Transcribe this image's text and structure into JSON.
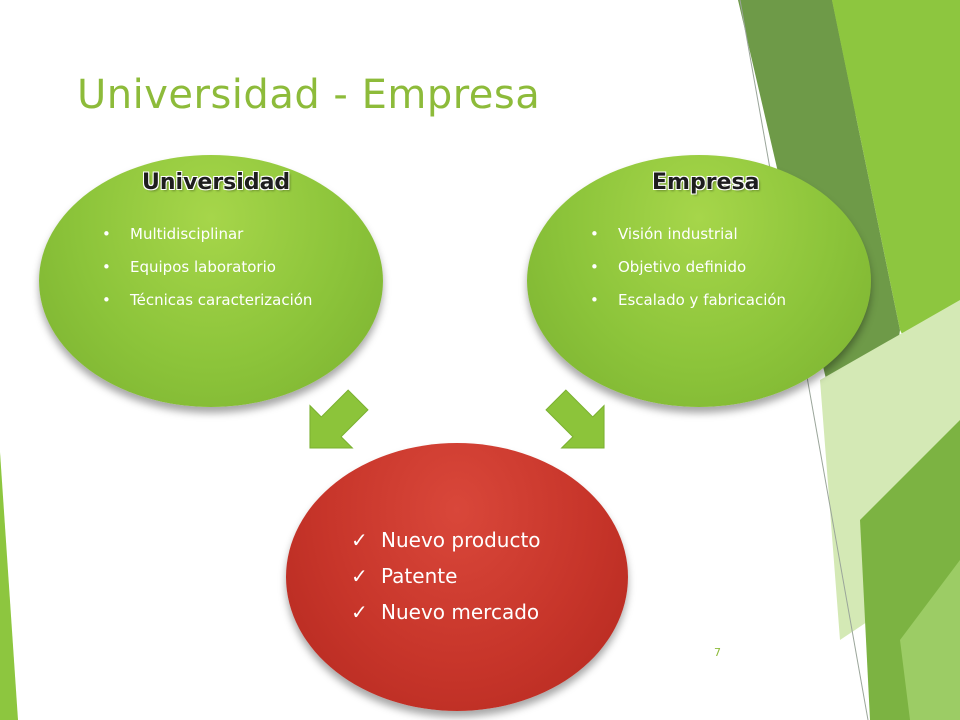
{
  "slide": {
    "title": "Universidad - Empresa",
    "page_number": "7"
  },
  "university": {
    "heading": "Universidad",
    "items": [
      "Multidisciplinar",
      "Equipos laboratorio",
      "Técnicas caracterización"
    ]
  },
  "company": {
    "heading": "Empresa",
    "items": [
      "Visión industrial",
      "Objetivo definido",
      "Escalado y fabricación"
    ]
  },
  "outcome": {
    "items": [
      "Nuevo producto",
      "Patente",
      "Nuevo mercado"
    ]
  },
  "colors": {
    "title": "#8dbb3a",
    "green_node": "#8cc43a",
    "red_node": "#c7352a",
    "arrow": "#8cc43a"
  },
  "icons": {
    "bullet": "•",
    "check": "✓"
  }
}
